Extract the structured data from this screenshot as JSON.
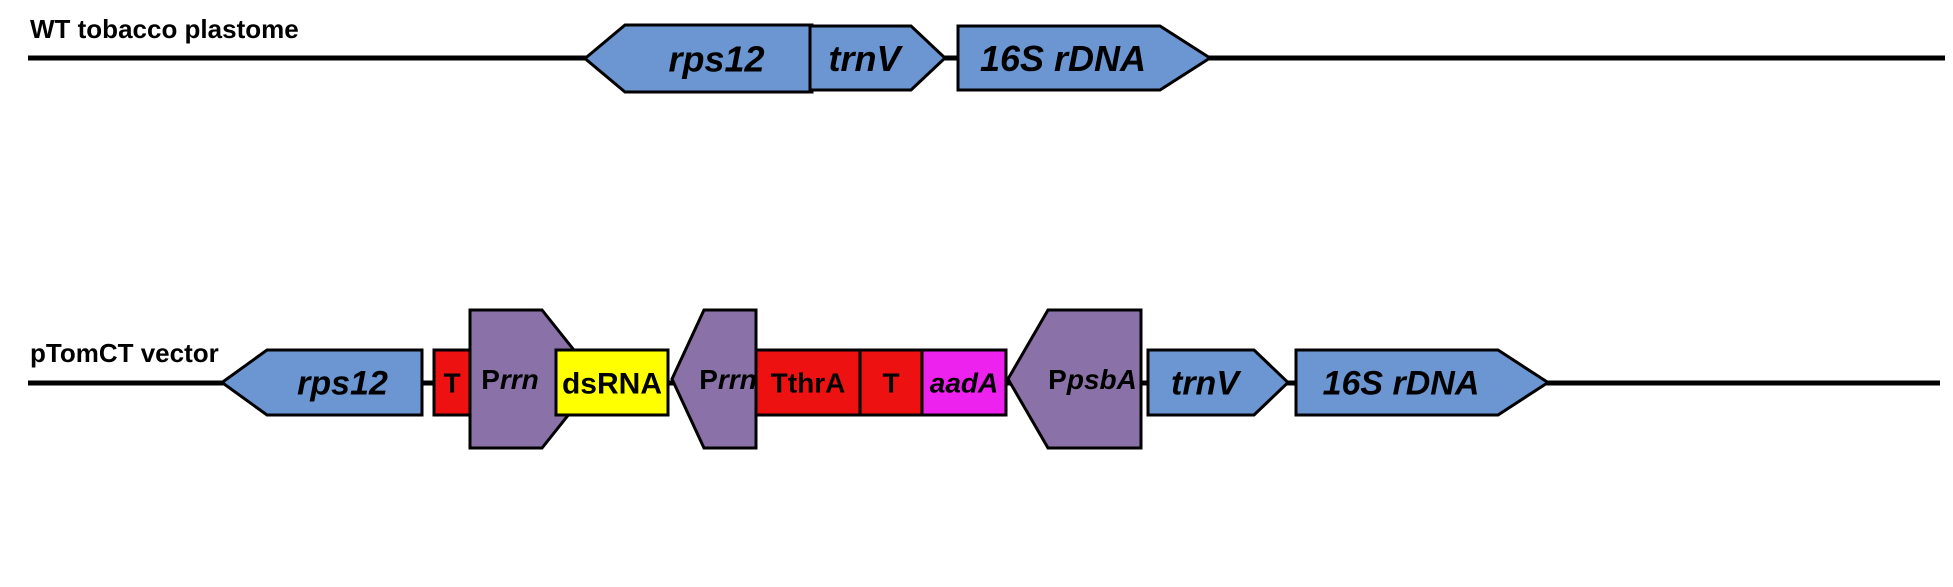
{
  "colors": {
    "gene": "#6b96d2",
    "promoter": "#8a72a8",
    "terminator": "#ee1111",
    "dsrna": "#ffff00",
    "marker": "#ee22ee",
    "outline": "#000000",
    "line": "#000000"
  },
  "tracks": [
    {
      "label": "WT tobacco plastome",
      "elements": [
        {
          "label": "rps12",
          "italic": true,
          "kind": "gene",
          "direction": "left"
        },
        {
          "label": "trnV",
          "italic": true,
          "kind": "gene",
          "direction": "right"
        },
        {
          "label": "16S rDNA",
          "italic": true,
          "kind": "gene",
          "direction": "right"
        }
      ]
    },
    {
      "label": "pTomCT vector",
      "elements": [
        {
          "label": "rps12",
          "italic": true,
          "kind": "gene",
          "direction": "left"
        },
        {
          "label": "T",
          "italic": false,
          "kind": "terminator",
          "direction": "none"
        },
        {
          "label": "Prrn",
          "italic": false,
          "kind": "promoter",
          "direction": "right",
          "parts": [
            {
              "t": "P",
              "i": false
            },
            {
              "t": "rrn",
              "i": true
            }
          ]
        },
        {
          "label": "dsRNA",
          "italic": false,
          "kind": "dsrna",
          "direction": "none"
        },
        {
          "label": "Prrn",
          "italic": false,
          "kind": "promoter",
          "direction": "left",
          "parts": [
            {
              "t": "P",
              "i": false
            },
            {
              "t": "rrn",
              "i": true
            }
          ]
        },
        {
          "label": "TthrA",
          "italic": false,
          "kind": "terminator",
          "direction": "none"
        },
        {
          "label": "T",
          "italic": false,
          "kind": "terminator",
          "direction": "none"
        },
        {
          "label": "aadA",
          "italic": true,
          "kind": "marker",
          "direction": "none"
        },
        {
          "label": "PpsbA",
          "italic": false,
          "kind": "promoter",
          "direction": "left",
          "parts": [
            {
              "t": "P",
              "i": false
            },
            {
              "t": "psbA",
              "i": true
            }
          ]
        },
        {
          "label": "trnV",
          "italic": true,
          "kind": "gene",
          "direction": "right"
        },
        {
          "label": "16S rDNA",
          "italic": true,
          "kind": "gene",
          "direction": "right"
        }
      ]
    }
  ]
}
